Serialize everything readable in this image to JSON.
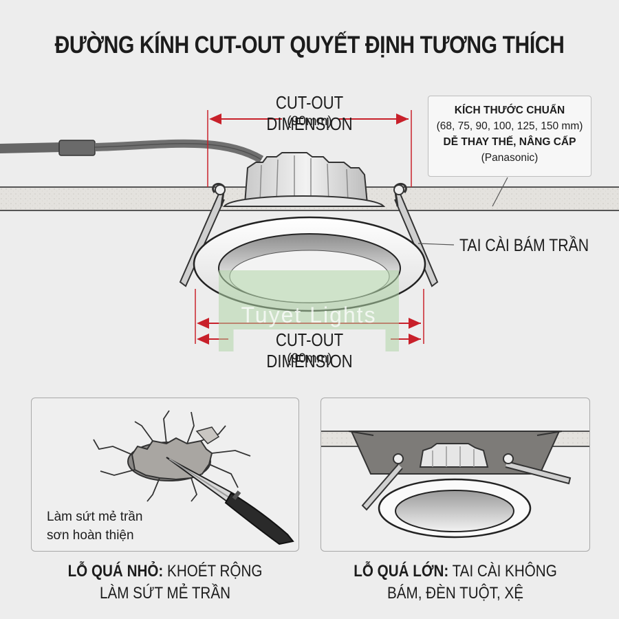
{
  "title": "ĐƯỜNG KÍNH CUT-OUT QUYẾT ĐỊNH TƯƠNG THÍCH",
  "top_dimension": {
    "label": "CUT-OUT DIMENSION",
    "value": "(90mm)"
  },
  "bottom_dimension": {
    "label": "CUT-OUT DIMENSION",
    "value": "(90mm)"
  },
  "spec_box": {
    "line1": "KÍCH THƯỚC CHUẨN",
    "line2": "(68, 75, 90, 100, 125, 150 mm)",
    "line3": "DỄ THAY THẾ, NÂNG CẤP",
    "line4": "(Panasonic)"
  },
  "clip_label": "TAI CÀI BÁM TRẦN",
  "watermark": "Tuyet Lights",
  "left_panel": {
    "note_line1": "Làm sứt mẻ trần",
    "note_line2": "sơn hoàn thiện",
    "caption_bold": "LỖ QUÁ NHỎ:",
    "caption_rest": " KHOÉT RỘNG",
    "caption_line2": "LÀM SỨT MẺ  TRẦN"
  },
  "right_panel": {
    "caption_bold": "LỖ QUÁ LỚN:",
    "caption_rest": " TAI CÀI KHÔNG",
    "caption_line2": "BÁM, ĐÈN TUỘT, XỆ"
  },
  "colors": {
    "dimension": "#c8202a",
    "ink": "#1c1c1c",
    "ceiling": "#e2e0dc"
  }
}
